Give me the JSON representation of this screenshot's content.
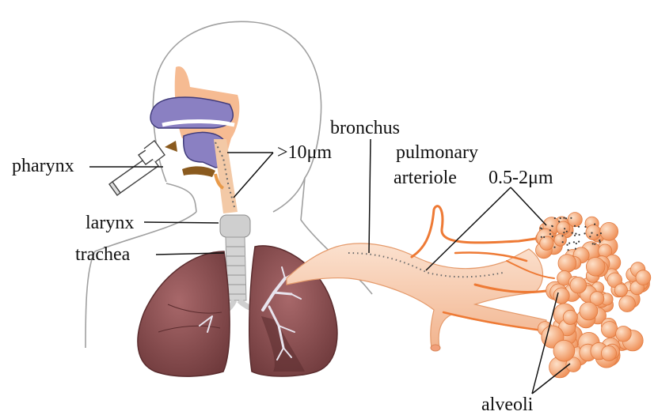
{
  "labels": {
    "pharynx": "pharynx",
    "larynx": "larynx",
    "trachea": "trachea",
    "size_large": ">10μm",
    "bronchus": "bronchus",
    "pulmonary": "pulmonary",
    "arteriole": "arteriole",
    "size_small": "0.5-2μm",
    "alveoli": "alveoli"
  },
  "colors": {
    "outline": "#9a9a9a",
    "skin": "#f6b98f",
    "nasal_cavity": "#8a7fbf",
    "lung": "#8a4b4b",
    "lung_dark": "#6e3638",
    "trachea": "#c9c9c9",
    "bronchus_tube": "#f7c9a8",
    "vessel": "#ef7a32",
    "alveoli": "#f5a06a",
    "leader": "#111111"
  }
}
